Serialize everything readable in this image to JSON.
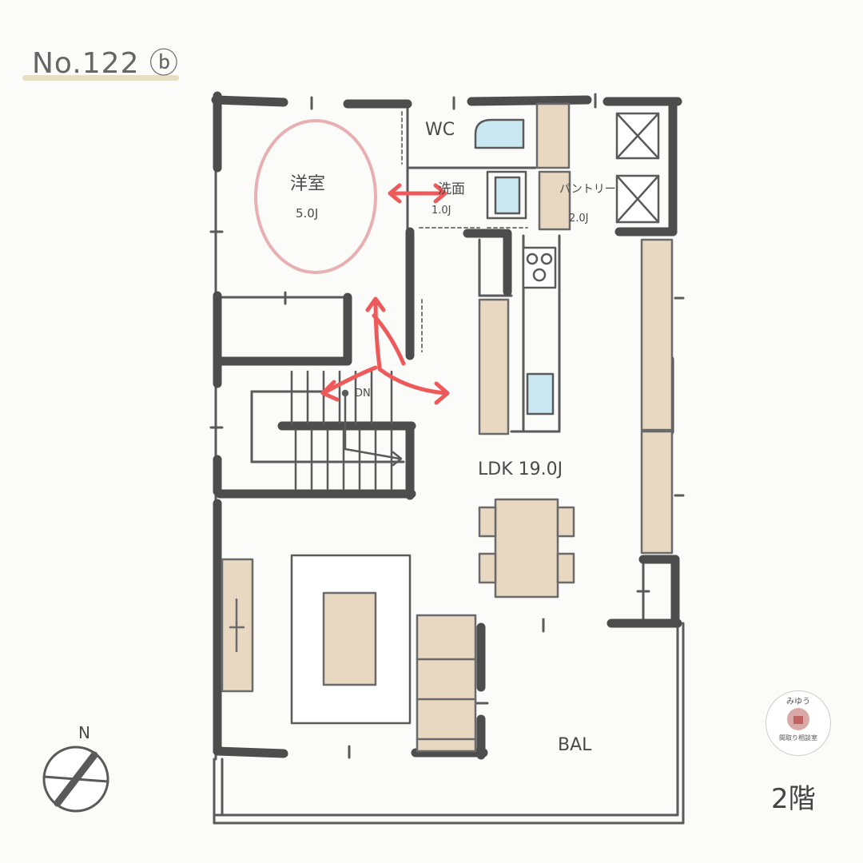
{
  "title": "No.122 ⓑ",
  "floor_label": "2階",
  "compass_label": "N",
  "rooms": {
    "western_room": {
      "name": "洋室",
      "size": "5.0J"
    },
    "wc": {
      "name": "WC"
    },
    "washroom": {
      "name": "洗面",
      "size": "1.0J"
    },
    "pantry": {
      "name": "パントリー",
      "size": "2.0J"
    },
    "ldk": {
      "name": "LDK 19.0J"
    },
    "balcony": {
      "name": "BAL"
    }
  },
  "stairs_label": "DN",
  "logo": {
    "top_text": "みゆう",
    "bottom_text": "間取り相談室"
  },
  "colors": {
    "wall": "#4d4d4d",
    "furniture": "#e8d8c2",
    "highlight": "#e8a0a4",
    "arrow": "#ee5a5a",
    "fixture": "#c9e8f2"
  }
}
